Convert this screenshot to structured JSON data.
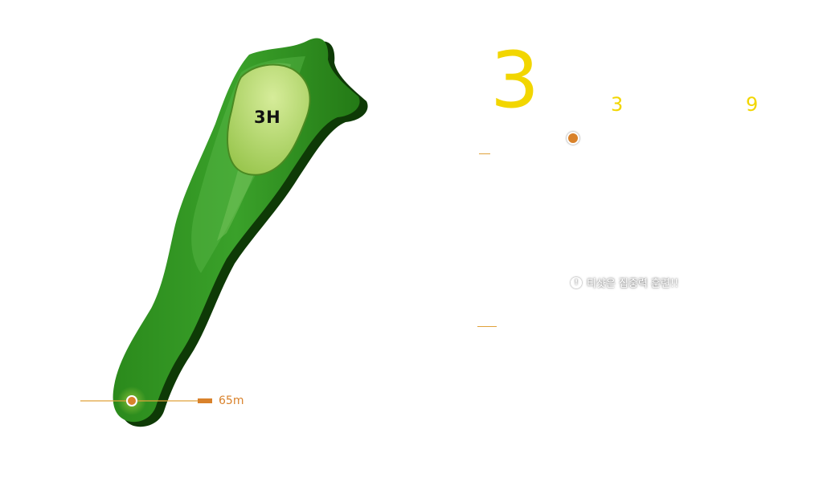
{
  "hole": {
    "map_label": "3H",
    "number": "3",
    "par": "3",
    "handicap": "9",
    "distance": "65m"
  },
  "tip": {
    "icon": "info-icon",
    "icon_glyph": "!",
    "text": "티샷은 집중력 훈련!!"
  },
  "colors": {
    "fairway_dark": "#1a5e0c",
    "fairway": "#2e8b1e",
    "green": "#b5d96a",
    "accent_yellow": "#f2d600",
    "accent_orange": "#d9822b"
  }
}
